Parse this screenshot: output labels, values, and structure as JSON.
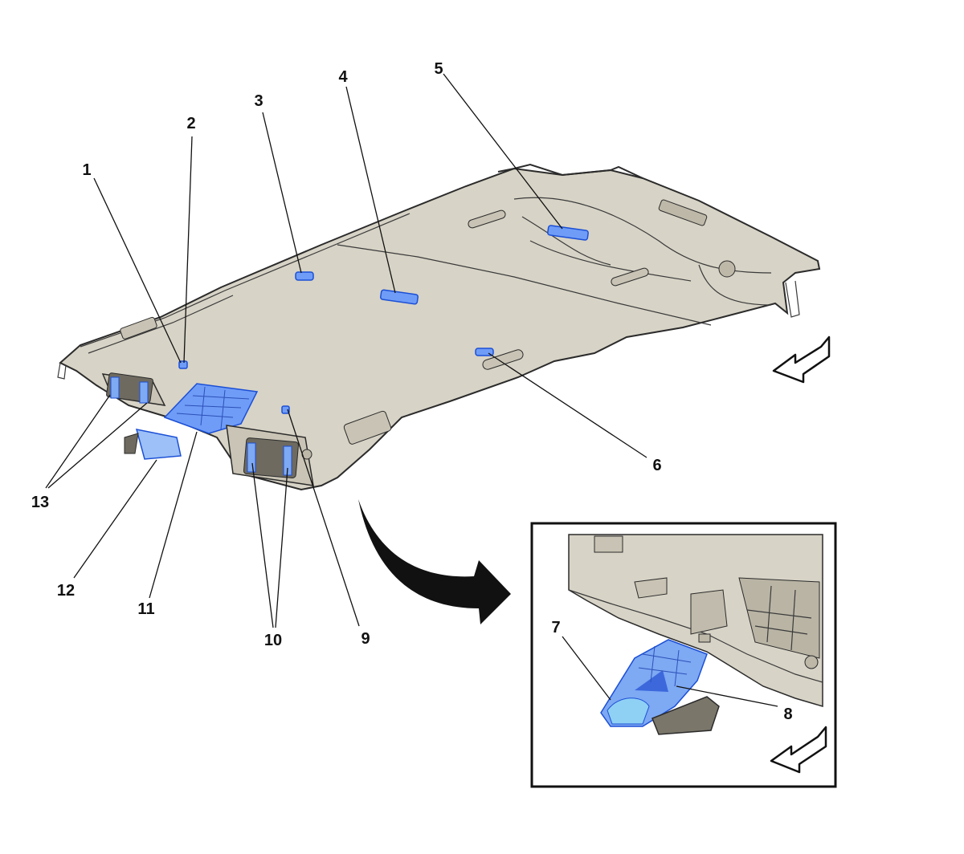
{
  "callouts": [
    {
      "id": "c1",
      "label": "1"
    },
    {
      "id": "c2",
      "label": "2"
    },
    {
      "id": "c3",
      "label": "3"
    },
    {
      "id": "c4",
      "label": "4"
    },
    {
      "id": "c5",
      "label": "5"
    },
    {
      "id": "c6",
      "label": "6"
    },
    {
      "id": "c7",
      "label": "7"
    },
    {
      "id": "c8",
      "label": "8"
    },
    {
      "id": "c9",
      "label": "9"
    },
    {
      "id": "c10",
      "label": "10"
    },
    {
      "id": "c11",
      "label": "11"
    },
    {
      "id": "c12",
      "label": "12"
    },
    {
      "id": "c13",
      "label": "13"
    }
  ],
  "icons": {
    "direction_arrow": "front-direction-arrow-icon",
    "detail_arrow": "curved-detail-arrow-icon"
  },
  "colors": {
    "headliner": "#d7d3c6",
    "highlight": "#6f9cf7",
    "highlight_light": "#8fc4f5",
    "outline": "#2b2b2b"
  }
}
